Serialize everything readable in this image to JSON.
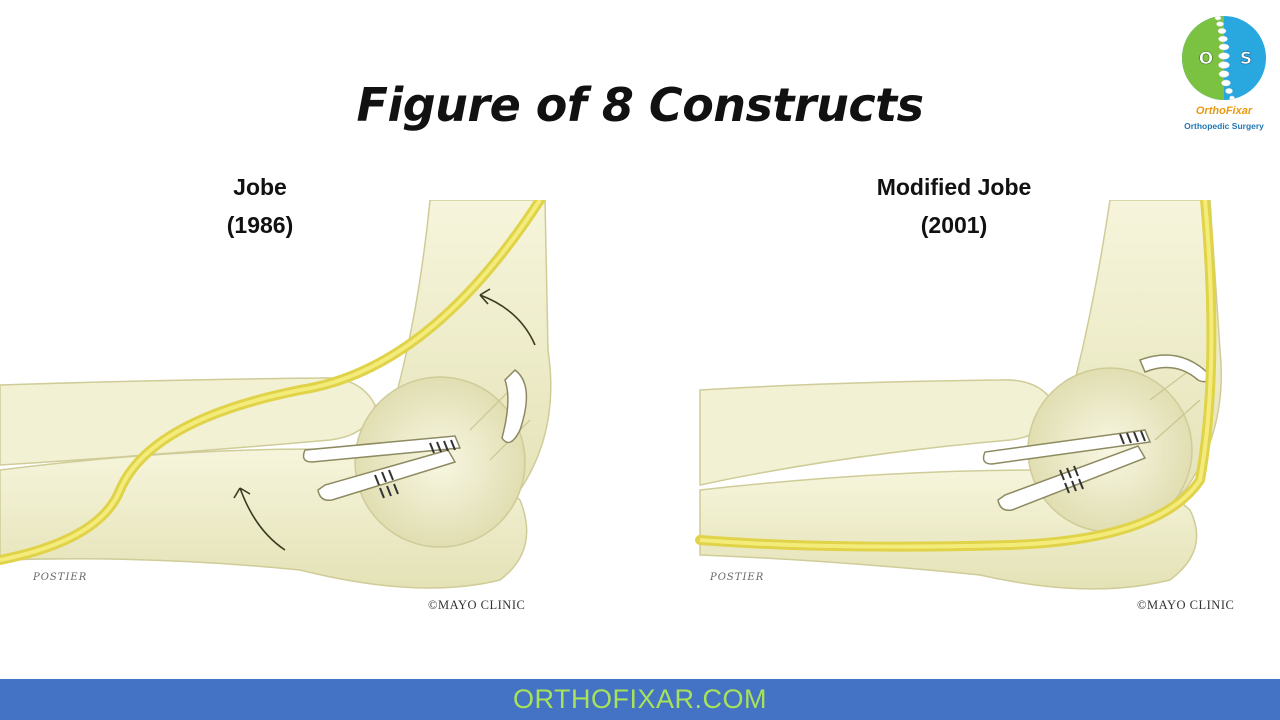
{
  "title": "Figure of 8 Constructs",
  "panels": [
    {
      "name": "Jobe",
      "year": "(1986)",
      "artist": "POSTIER",
      "copyright": "©MAYO CLINIC"
    },
    {
      "name": "Modified Jobe",
      "year": "(2001)",
      "artist": "POSTIER",
      "copyright": "©MAYO CLINIC"
    }
  ],
  "logo": {
    "brand": "OrthoFixar",
    "subtitle": "Orthopedic Surgery",
    "left_letter": "O",
    "right_letter": "S"
  },
  "footer": {
    "text": "ORTHOFIXAR.COM"
  },
  "colors": {
    "footer_bg": "#4472c4",
    "footer_text": "#a6e25a",
    "nerve": "#ece35a",
    "bone": "#f0efcc",
    "logo_green": "#7cc242",
    "logo_blue": "#29a8e0",
    "brand_orange": "#e89a10"
  },
  "icons": [
    "logo-spine-icon",
    "curved-arrow-icon"
  ]
}
